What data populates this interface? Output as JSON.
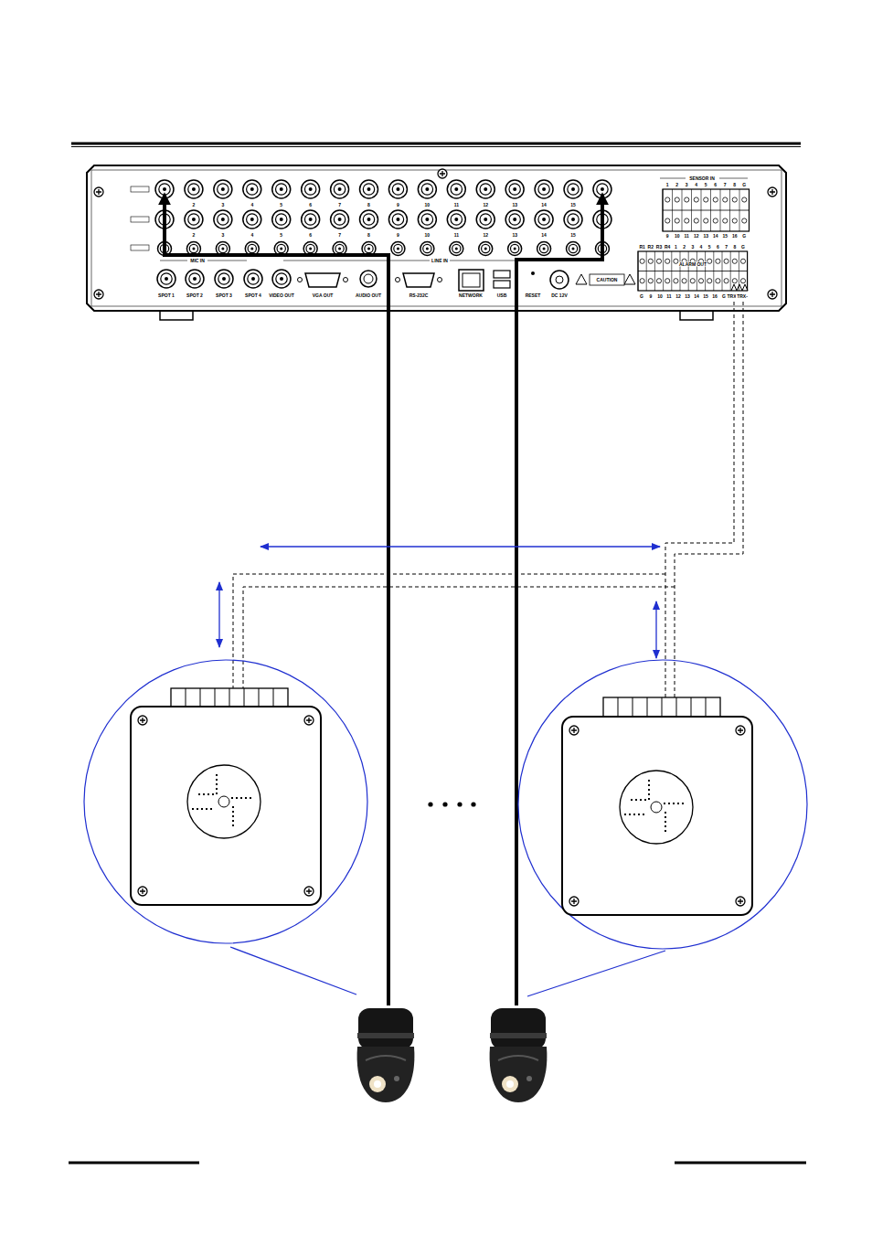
{
  "diagram": {
    "labels": [
      "2",
      "3",
      "4",
      "5",
      "6",
      "7",
      "8",
      "9",
      "10",
      "11",
      "12",
      "13",
      "14",
      "15",
      "2",
      "3",
      "4",
      "5",
      "6",
      "7",
      "8",
      "9",
      "10",
      "11",
      "12",
      "13",
      "14",
      "15",
      "MIC IN",
      "LINE IN",
      "SPOT 1",
      "SPOT 2",
      "SPOT 3",
      "SPOT 4",
      "VIDEO OUT",
      "VGA OUT",
      "AUDIO OUT",
      "RS-232C",
      "NETWORK",
      "USB",
      "RESET",
      "DC 12V",
      "CAUTION",
      "SENSOR IN",
      "1",
      "2",
      "3",
      "4",
      "5",
      "6",
      "7",
      "8",
      "G",
      "9",
      "10",
      "11",
      "12",
      "13",
      "14",
      "15",
      "16",
      "G",
      "ALARM OUT",
      "R1",
      "R2",
      "R3",
      "R4",
      "1",
      "2",
      "3",
      "4",
      "5",
      "6",
      "7",
      "8",
      "G",
      "G",
      "9",
      "10",
      "11",
      "12",
      "13",
      "14",
      "15",
      "16",
      "G",
      "TRX+",
      "TRX-"
    ]
  }
}
